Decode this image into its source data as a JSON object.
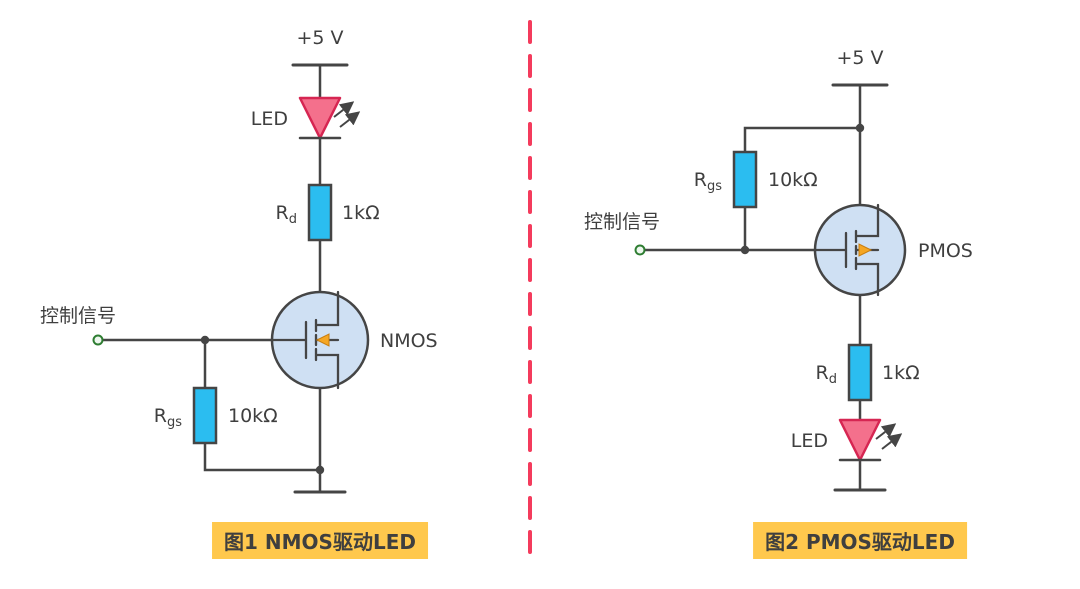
{
  "colors": {
    "background": "#ffffff",
    "wire": "#454545",
    "text": "#3f3f3f",
    "resistor_fill": "#2bbdf0",
    "led_fill": "#f4708c",
    "led_stroke": "#d62652",
    "mosfet_fill": "#cfe0f3",
    "mosfet_arrow": "#f5a623",
    "caption_bg": "#ffc84d",
    "caption_text": "#3f3f3f",
    "divider": "#f43b5c",
    "terminal_stroke": "#2e7d32",
    "terminal_fill": "#edf7ee"
  },
  "left_circuit": {
    "power_label": "+5 V",
    "led_label": "LED",
    "rd_name": "R",
    "rd_sub": "d",
    "rd_value": "1kΩ",
    "mosfet_label": "NMOS",
    "control_label": "控制信号",
    "rgs_name": "R",
    "rgs_sub": "gs",
    "rgs_value": "10kΩ",
    "caption": "图1 NMOS驱动LED"
  },
  "right_circuit": {
    "power_label": "+5 V",
    "control_label": "控制信号",
    "rgs_name": "R",
    "rgs_sub": "gs",
    "rgs_value": "10kΩ",
    "mosfet_label": "PMOS",
    "rd_name": "R",
    "rd_sub": "d",
    "rd_value": "1kΩ",
    "led_label": "LED",
    "caption": "图2 PMOS驱动LED"
  }
}
